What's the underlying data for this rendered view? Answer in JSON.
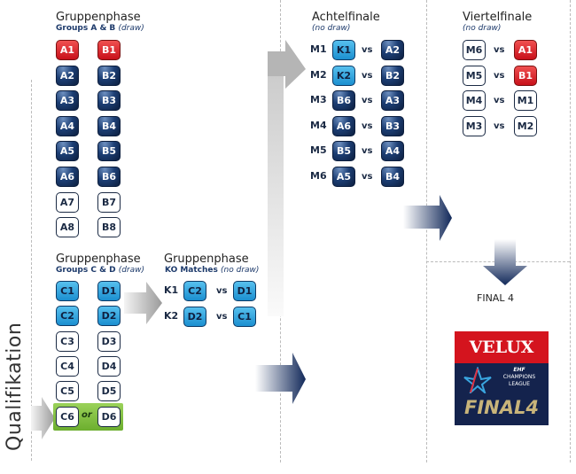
{
  "group_ab": {
    "title": "Gruppenphase",
    "subtitle": "Groups A & B",
    "note": "(draw)",
    "a": [
      "A1",
      "A2",
      "A3",
      "A4",
      "A5",
      "A6",
      "A7",
      "A8"
    ],
    "b": [
      "B1",
      "B2",
      "B3",
      "B4",
      "B5",
      "B6",
      "B7",
      "B8"
    ]
  },
  "group_cd": {
    "title": "Gruppenphase",
    "subtitle": "Groups C & D",
    "note": "(draw)",
    "c": [
      "C1",
      "C2",
      "C3",
      "C4",
      "C5",
      "C6"
    ],
    "d": [
      "D1",
      "D2",
      "D3",
      "D4",
      "D5",
      "D6"
    ],
    "or": "or"
  },
  "ko": {
    "title": "Gruppenphase",
    "subtitle": "KO Matches",
    "note": "(no draw)",
    "matches": [
      {
        "id": "K1",
        "home": "C2",
        "away": "D1"
      },
      {
        "id": "K2",
        "home": "D2",
        "away": "C1"
      }
    ]
  },
  "round16": {
    "title": "Achtelfinale",
    "note": "(no draw)",
    "matches": [
      {
        "id": "M1",
        "home": "K1",
        "away": "A2"
      },
      {
        "id": "M2",
        "home": "K2",
        "away": "B2"
      },
      {
        "id": "M3",
        "home": "B6",
        "away": "A3"
      },
      {
        "id": "M4",
        "home": "A6",
        "away": "B3"
      },
      {
        "id": "M5",
        "home": "B5",
        "away": "A4"
      },
      {
        "id": "M6",
        "home": "A5",
        "away": "B4"
      }
    ]
  },
  "quarter": {
    "title": "Viertelfinale",
    "note": "(no draw)",
    "matches": [
      {
        "home": "M6",
        "away": "A1"
      },
      {
        "home": "M5",
        "away": "B1"
      },
      {
        "home": "M4",
        "away": "M1"
      },
      {
        "home": "M3",
        "away": "M2"
      }
    ]
  },
  "vs": "vs",
  "final4": {
    "label": "FINAL 4",
    "logo_brand": "VELUX",
    "logo_org": "EHF",
    "logo_line1": "CHAMPIONS",
    "logo_line2": "LEAGUE",
    "logo_final": "FINAL4"
  },
  "qualifikation": "Qualifikation",
  "colors": {
    "red": "#d4141e",
    "navy": "#12295a",
    "cyan": "#2aa4e0",
    "green": "#7dc242"
  }
}
